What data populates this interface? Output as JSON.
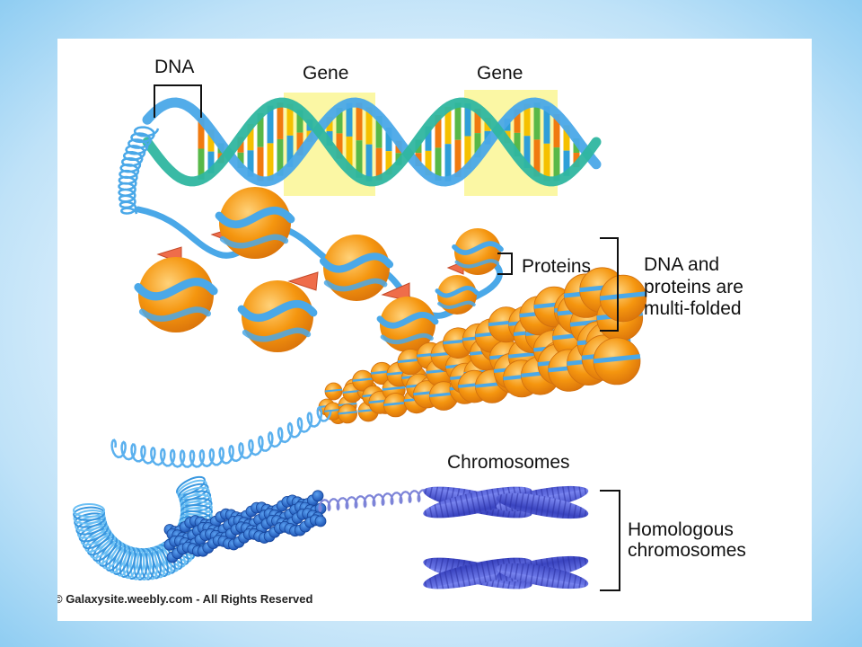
{
  "labels": {
    "dna": "DNA",
    "gene_left": "Gene",
    "gene_right": "Gene",
    "proteins": "Proteins",
    "dna_proteins_line1": "DNA and",
    "dna_proteins_line2": "proteins are",
    "dna_proteins_line3": "multi-folded",
    "chromosomes": "Chromosomes",
    "homologous_line1": "Homologous",
    "homologous_line2": "chromosomes"
  },
  "copyright": "© Galaxysite.weebly.com - All Rights Reserved",
  "colors": {
    "dna_backbone": "#4aa8e8",
    "dna_backbone_alt": "#2fb6a0",
    "gene_highlight": "#fbf7a4",
    "nucleosome": "#f5960f",
    "histone_linker": "#ef6d4a",
    "chromosome": "#4a55c8",
    "base_pair_colors": [
      "#f07a10",
      "#f5c000",
      "#58b848",
      "#2f9fd8"
    ]
  }
}
